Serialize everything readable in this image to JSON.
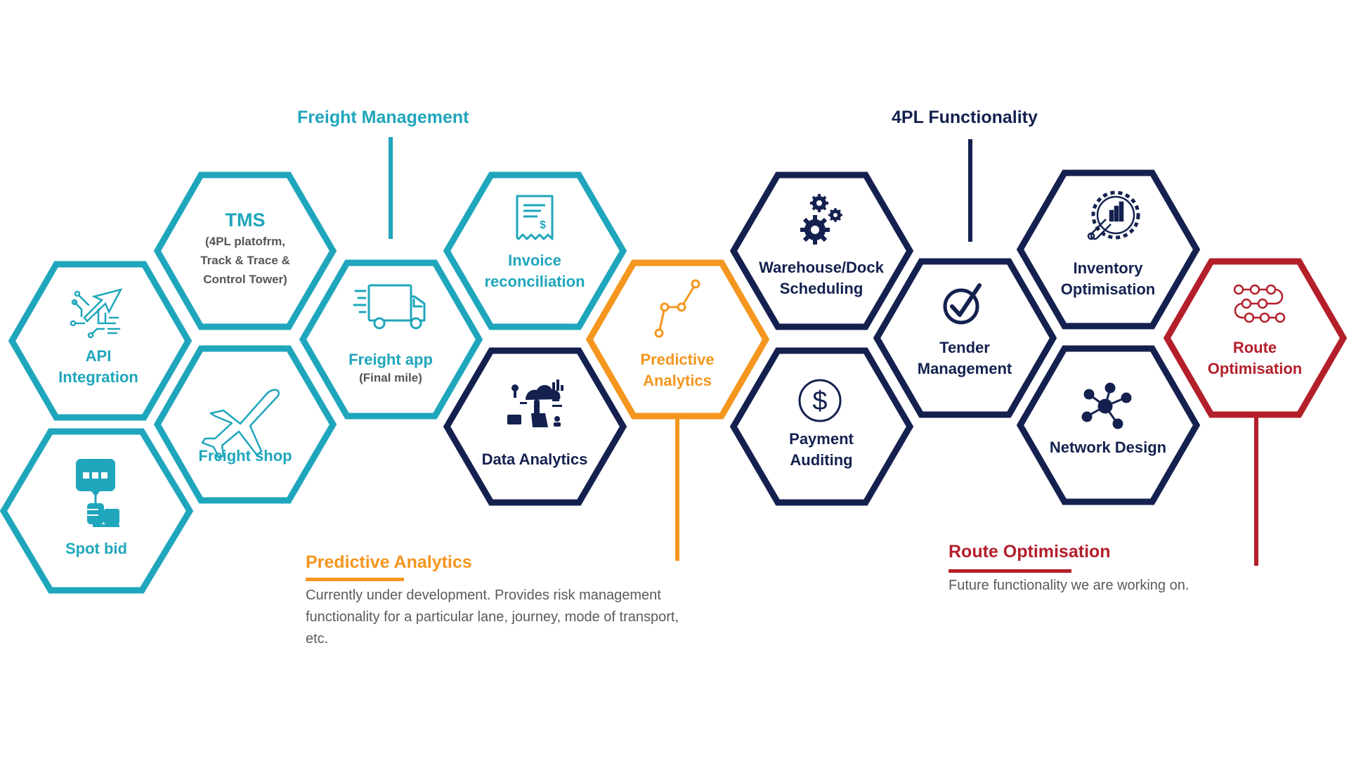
{
  "colors": {
    "teal": "#1fa6bc",
    "navy": "#14214f",
    "orange": "#f4961f",
    "red": "#b31f2a",
    "gray_text": "#5a5a5a",
    "sub_text": "#555555"
  },
  "sections": {
    "freight_management": "Freight Management",
    "fourpl_functionality": "4PL Functionality"
  },
  "hexes": {
    "api_integration": {
      "lines": [
        "API",
        "Integration"
      ],
      "icon": "upward-arrow-circuit-icon"
    },
    "spot_bid": {
      "lines": [
        "Spot bid"
      ],
      "icon": "hand-holding-chat-bubble-icon"
    },
    "tms": {
      "title": "TMS",
      "sub_lines": [
        "(4PL platofrm,",
        "Track & Trace &",
        "Control Tower)"
      ]
    },
    "freight_shop": {
      "lines": [
        "Freight shop"
      ],
      "icon": "airplane-icon"
    },
    "freight_app": {
      "lines": [
        "Freight app"
      ],
      "sub": "(Final mile)",
      "icon": "delivery-truck-icon"
    },
    "invoice_reconciliation": {
      "lines": [
        "Invoice",
        "reconciliation"
      ],
      "icon": "invoice-receipt-icon"
    },
    "data_analytics": {
      "lines": [
        "Data Analytics"
      ],
      "icon": "cloud-touch-analytics-icon"
    },
    "predictive_analytics": {
      "lines": [
        "Predictive",
        "Analytics"
      ],
      "icon": "line-chart-icon"
    },
    "warehouse_scheduling": {
      "lines": [
        "Warehouse/Dock",
        "Scheduling"
      ],
      "icon": "gears-icon"
    },
    "payment_auditing": {
      "lines": [
        "Payment",
        "Auditing"
      ],
      "icon": "dollar-circle-icon"
    },
    "tender_management": {
      "lines": [
        "Tender",
        "Management"
      ],
      "icon": "check-circle-icon"
    },
    "inventory_optimisation": {
      "lines": [
        "Inventory",
        "Optimisation"
      ],
      "icon": "wrench-gear-chart-icon"
    },
    "network_design": {
      "lines": [
        "Network Design"
      ],
      "icon": "network-nodes-icon"
    },
    "route_optimisation": {
      "lines": [
        "Route",
        "Optimisation"
      ],
      "icon": "route-path-icon"
    }
  },
  "notes": {
    "predictive": {
      "title": "Predictive Analytics",
      "text": "Currently under development. Provides risk management functionality for a particular lane, journey, mode of transport, etc."
    },
    "route": {
      "title": "Route Optimisation",
      "text": "Future functionality we are working on."
    }
  }
}
